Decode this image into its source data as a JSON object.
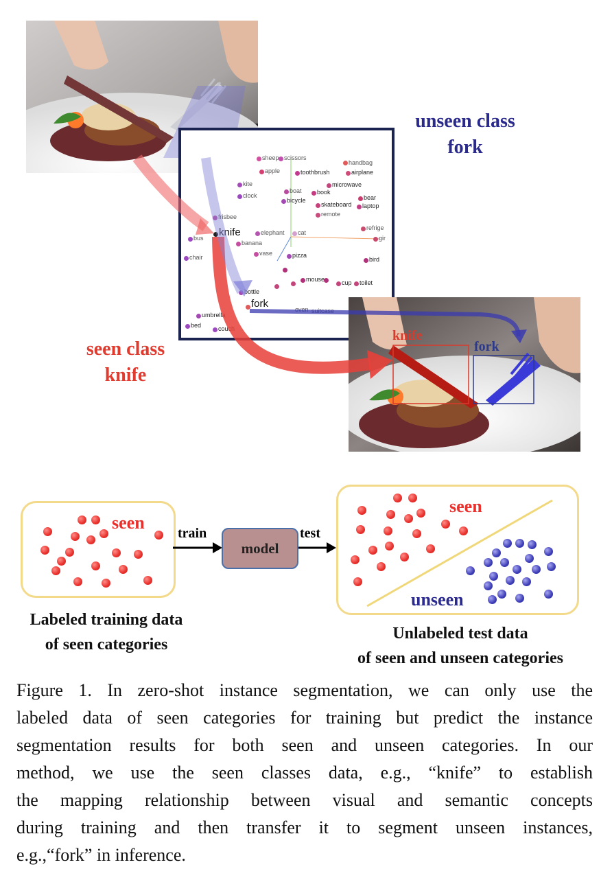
{
  "top_figure": {
    "unseen_title_line1": "unseen class",
    "unseen_title_line2": "fork",
    "seen_title_line1": "seen class",
    "seen_title_line2": "knife",
    "box_label_knife": "knife",
    "box_label_fork": "fork",
    "embedding_labels": {
      "sheep": "sheep",
      "scissors": "scissors",
      "handbag": "handbag",
      "apple": "apple",
      "toothbrush": "toothbrush",
      "airplane": "airplane",
      "kite": "kite",
      "microwave": "microwave",
      "boat": "boat",
      "book": "book",
      "clock": "clock",
      "bicycle": "bicycle",
      "bear": "bear",
      "skateboard": "skateboard",
      "laptop": "laptop",
      "remote": "remote",
      "frisbee": "frisbee",
      "refrige": "refrige",
      "knife": "knife",
      "elephant": "elephant",
      "cat": "cat",
      "bus": "bus",
      "gir": "gir",
      "banana": "banana",
      "vase": "vase",
      "pizza": "pizza",
      "chair": "chair",
      "bird": "bird",
      "mouse": "mouse",
      "cup": "cup",
      "toilet": "toilet",
      "bottle": "bottle",
      "fork": "fork",
      "oven": "oven",
      "suitcase": "suitcase",
      "umbrella": "umbrella",
      "bed": "bed",
      "couch": "couch"
    }
  },
  "bottom_figure": {
    "left_panel_label": "seen",
    "train_label": "train",
    "model_label": "model",
    "test_label": "test",
    "right_seen_label": "seen",
    "right_unseen_label": "unseen",
    "left_caption_line1": "Labeled training data",
    "left_caption_line2": "of seen categories",
    "right_caption_line1": "Unlabeled test data",
    "right_caption_line2": "of seen and unseen categories"
  },
  "caption": {
    "lines": [
      "Figure 1. In zero-shot instance segmentation, we can only use the",
      "labeled data of seen categories for training but predict the instance",
      "segmentation results for both seen and unseen categories.  In our",
      "method, we use the seen classes data, e.g., “knife” to establish",
      "the mapping relationship between visual and semantic concepts",
      "during training and then transfer it to segment unseen instances,",
      "e.g.,“fork” in inference."
    ]
  },
  "colors": {
    "seen_red": "#e8302c",
    "unseen_blue": "#2a2a90",
    "panel_border": "#f3d98a",
    "model_fill": "#b99090",
    "embedding_border": "#1b2350"
  }
}
